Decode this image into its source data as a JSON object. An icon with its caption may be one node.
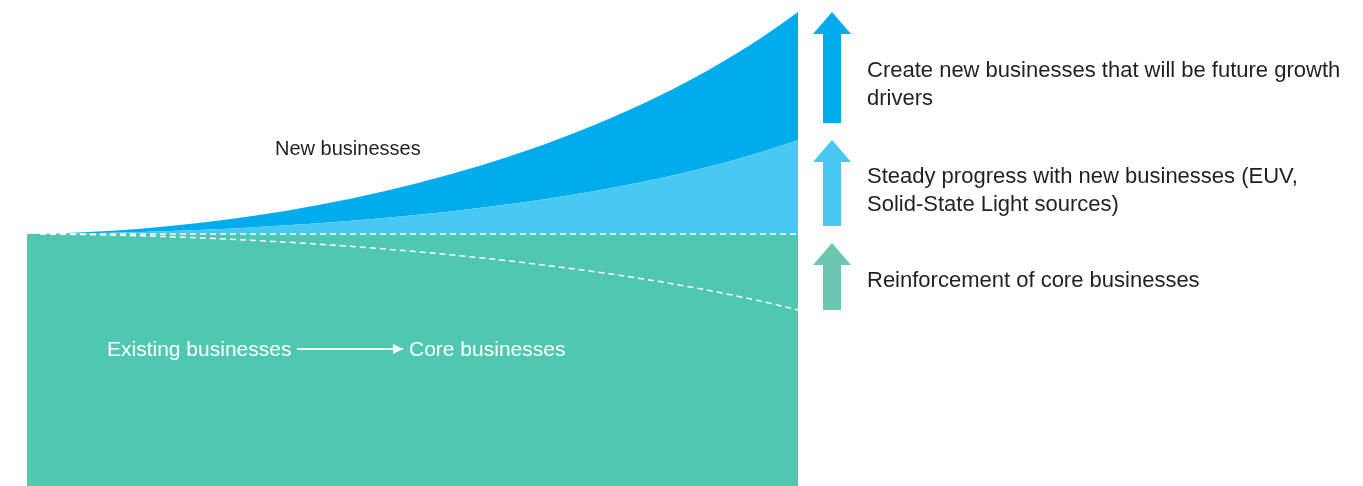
{
  "diagram": {
    "nodes": [
      {
        "text": [
          "Existing businesses"
        ]
      },
      {
        "text": [
          "Core businesses"
        ]
      }
    ],
    "edges": [
      {
        "from": 0,
        "to": 1,
        "arrow": "to"
      }
    ],
    "labels": [
      "New businesses",
      "Create new businesses that will be future growth drivers",
      "Steady progress with new businesses (EUV, Solid-State Light sources)",
      "Reinforcement of core businesses"
    ]
  }
}
